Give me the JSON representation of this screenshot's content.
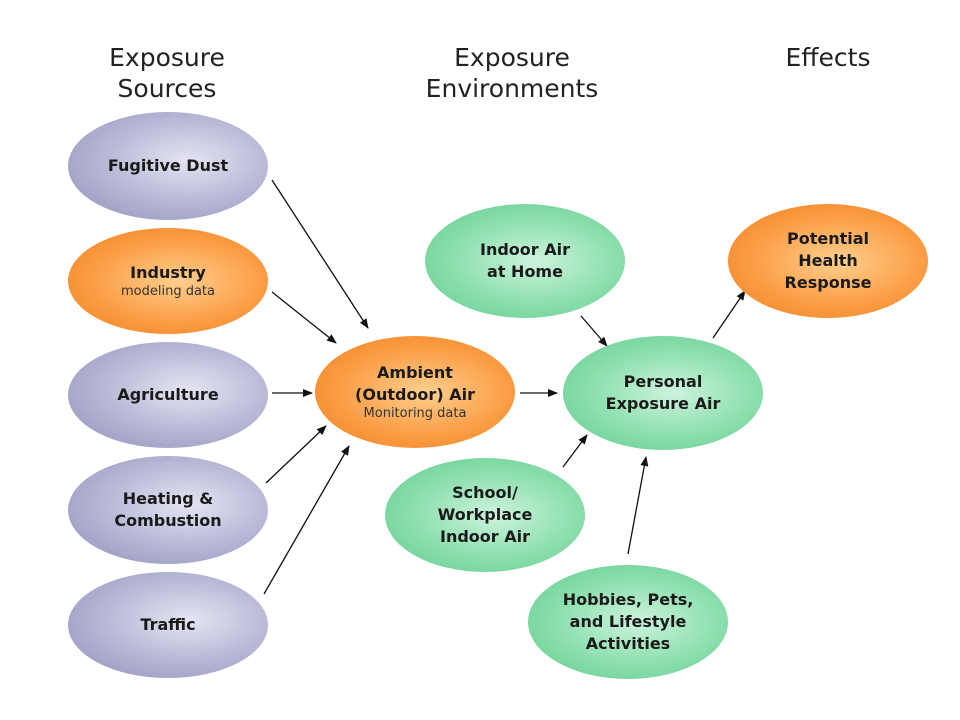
{
  "headings": {
    "sources": "Exposure\nSources",
    "environments": "Exposure\nEnvironments",
    "effects": "Effects"
  },
  "nodes": {
    "fugitive_dust": {
      "label": "Fugitive Dust"
    },
    "industry": {
      "label": "Industry",
      "sub": "modeling data"
    },
    "agriculture": {
      "label": "Agriculture"
    },
    "heating": {
      "label": "Heating &\nCombustion"
    },
    "traffic": {
      "label": "Traffic"
    },
    "ambient": {
      "label": "Ambient\n(Outdoor) Air",
      "sub": "Monitoring data"
    },
    "indoor_home": {
      "label": "Indoor Air\nat Home"
    },
    "school": {
      "label": "School/\nWorkplace\nIndoor Air"
    },
    "hobbies": {
      "label": "Hobbies, Pets,\nand Lifestyle\nActivities"
    },
    "personal": {
      "label": "Personal\nExposure Air"
    },
    "health": {
      "label": "Potential\nHealth\nResponse"
    }
  },
  "colors": {
    "sources": "#b7b7d6",
    "highlight": "#fb9d45",
    "environments": "#8fe0b0",
    "arrow": "#111111"
  }
}
